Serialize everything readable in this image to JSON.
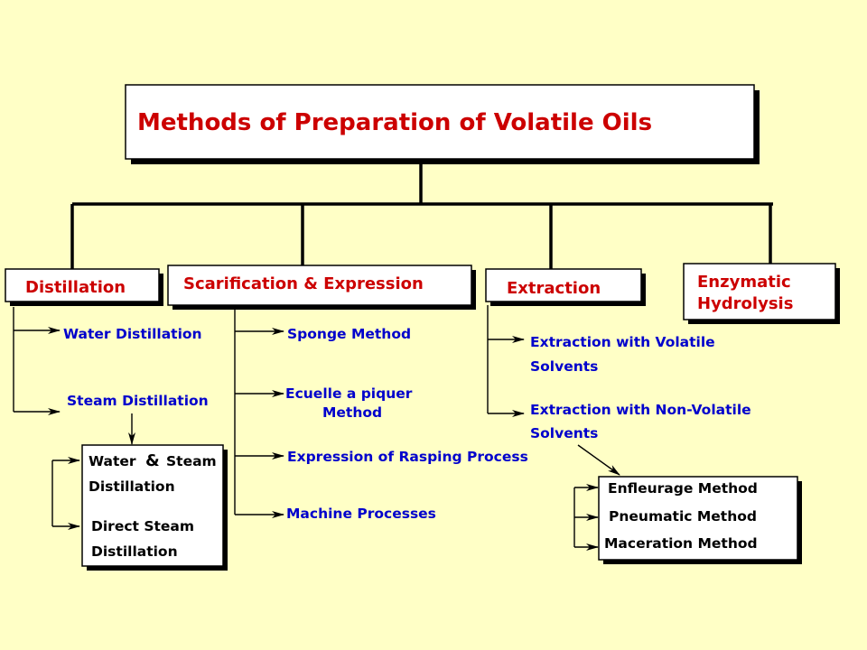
{
  "title": "Methods of Preparation of Volatile Oils",
  "categories": {
    "distillation": "Distillation",
    "scarification": "Scarification & Expression",
    "extraction": "Extraction",
    "enzymatic": [
      "Enzymatic",
      "Hydrolysis"
    ]
  },
  "distillation_items": {
    "water": "Water Distillation",
    "steam": "Steam Distillation"
  },
  "distillation_subbox": {
    "water_steam_1a": "Water",
    "water_steam_amp": "&",
    "water_steam_1b": "Steam",
    "water_steam_2": "Distillation",
    "direct_1": "Direct Steam",
    "direct_2": "Distillation"
  },
  "scarification_items": {
    "sponge": "Sponge Method",
    "ecuelle_1": "Ecuelle a piquer",
    "ecuelle_2": "Method",
    "rasping": "Expression of Rasping Process",
    "machine": "Machine Processes"
  },
  "extraction_items": {
    "volatile_1": "Extraction with Volatile",
    "volatile_2": "Solvents",
    "nonvolatile_1": "Extraction with Non-Volatile",
    "nonvolatile_2": "Solvents"
  },
  "nonvolatile_subbox": {
    "enfleurage": "Enfleurage Method",
    "pneumatic": "Pneumatic Method",
    "maceration": "Maceration Method"
  }
}
